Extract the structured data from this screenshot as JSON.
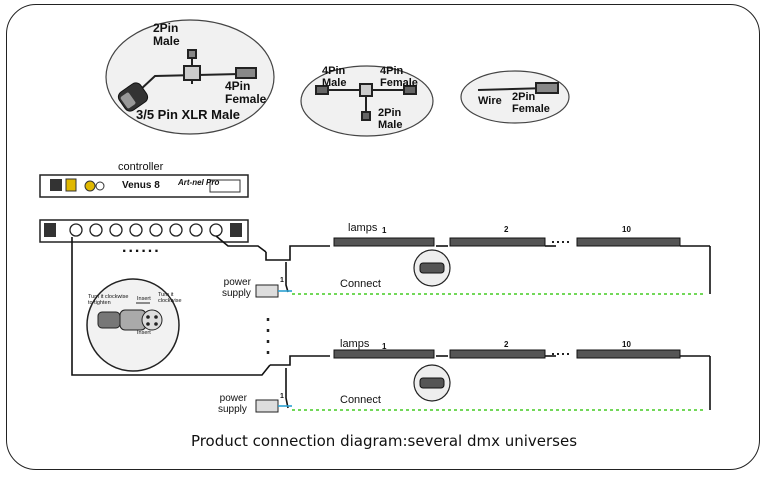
{
  "connectors": {
    "cable1": {
      "top": "2Pin\nMale",
      "right": "4Pin\nFemale",
      "bottom": "3/5 Pin XLR Male"
    },
    "cable2": {
      "left": "4Pin\nMale",
      "right": "4Pin\nFemale",
      "bottom": "2Pin\nMale"
    },
    "cable3": {
      "left": "Wire",
      "right": "2Pin\nFemale"
    }
  },
  "controller": {
    "label": "controller",
    "model": "Venus 8",
    "brand": "Art-nel Pro"
  },
  "ellipsis": "......",
  "detail": {
    "turn_tighten": "Turn it clockwise\nto tighten",
    "insert_top": "Insert",
    "turn_right": "Turn it\nclockwise",
    "insert_bottom": "Insert"
  },
  "universe1": {
    "lamps": "lamps",
    "lamp_numbers": [
      "1",
      "2",
      "10"
    ],
    "power": "power\nsupply",
    "connect": "Connect",
    "marker": "1"
  },
  "universe2": {
    "lamps": "lamps",
    "lamp_numbers": [
      "1",
      "2",
      "10"
    ],
    "power": "power\nsupply",
    "connect": "Connect",
    "marker": "1"
  },
  "caption": "Product connection diagram:several dmx universes",
  "colors": {
    "line": "#111111",
    "connect_dashed": "#44cc22",
    "accent_yellow": "#e8d21a",
    "accent_blue": "#2aa0d0"
  }
}
